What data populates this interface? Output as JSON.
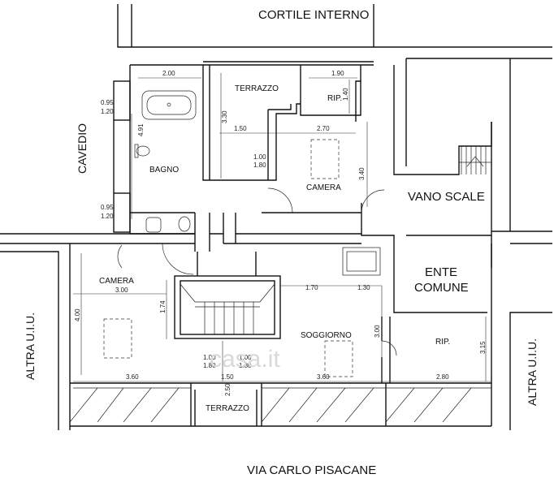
{
  "labels": {
    "cortile": "CORTILE INTERNO",
    "cavedio": "CAVEDIO",
    "terrazzo_top": "TERRAZZO",
    "rip_top": "RIP.",
    "bagno": "BAGNO",
    "camera_top": "CAMERA",
    "vano_scale": "VANO SCALE",
    "ente": "ENTE",
    "comune": "COMUNE",
    "camera_left": "CAMERA",
    "soggiorno": "SOGGIORNO",
    "rip_right": "RIP.",
    "terrazzo_bottom": "TERRAZZO",
    "altra_left": "ALTRA U.I.U.",
    "altra_right": "ALTRA U.I.U.",
    "via": "VIA CARLO PISACANE",
    "watermark": "casa.it"
  },
  "dims": {
    "d_2_00": "2.00",
    "d_0_95a": "0.95",
    "d_1_20a": "1.20",
    "d_4_91": "4.91",
    "d_0_95b": "0.95",
    "d_1_20b": "1.20",
    "d_3_30": "3.30",
    "d_1_50a": "1.50",
    "d_2_70": "2.70",
    "d_1_90": "1.90",
    "d_1_40": "1.40",
    "d_1_00a": "1.00",
    "d_1_80a": "1.80",
    "d_3_40": "3.40",
    "d_3_00a": "3.00",
    "d_1_74": "1.74",
    "d_4_00": "4.00",
    "d_1_70": "1.70",
    "d_1_30": "1.30",
    "d_3_00b": "3.00",
    "d_1_00b": "1.00",
    "d_1_80b": "1.80",
    "d_1_00c": "1.00",
    "d_1_80c": "1.80",
    "d_3_60a": "3.60",
    "d_1_50b": "1.50",
    "d_2_50": "2.50",
    "d_3_60b": "3.60",
    "d_2_80": "2.80",
    "d_3_15": "3.15"
  }
}
